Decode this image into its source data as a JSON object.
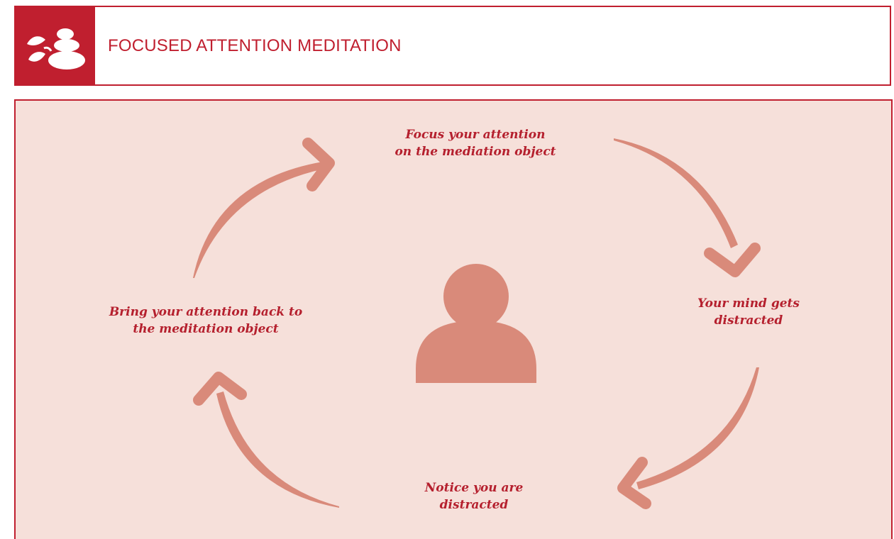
{
  "header": {
    "title": "FOCUSED ATTENTION MEDITATION",
    "icon": "meditation-stones-icon"
  },
  "diagram": {
    "center_icon": "person-icon",
    "steps": [
      {
        "label": "Focus your attention\non the mediation object"
      },
      {
        "label": "Your mind gets\ndistracted"
      },
      {
        "label": "Notice you are\ndistracted"
      },
      {
        "label": "Bring your attention back to\nthe meditation object"
      }
    ]
  },
  "colors": {
    "accent": "#c01f2f",
    "panel_background": "#f6e0da",
    "arrow": "#d98a7a",
    "text": "#b5202e"
  }
}
